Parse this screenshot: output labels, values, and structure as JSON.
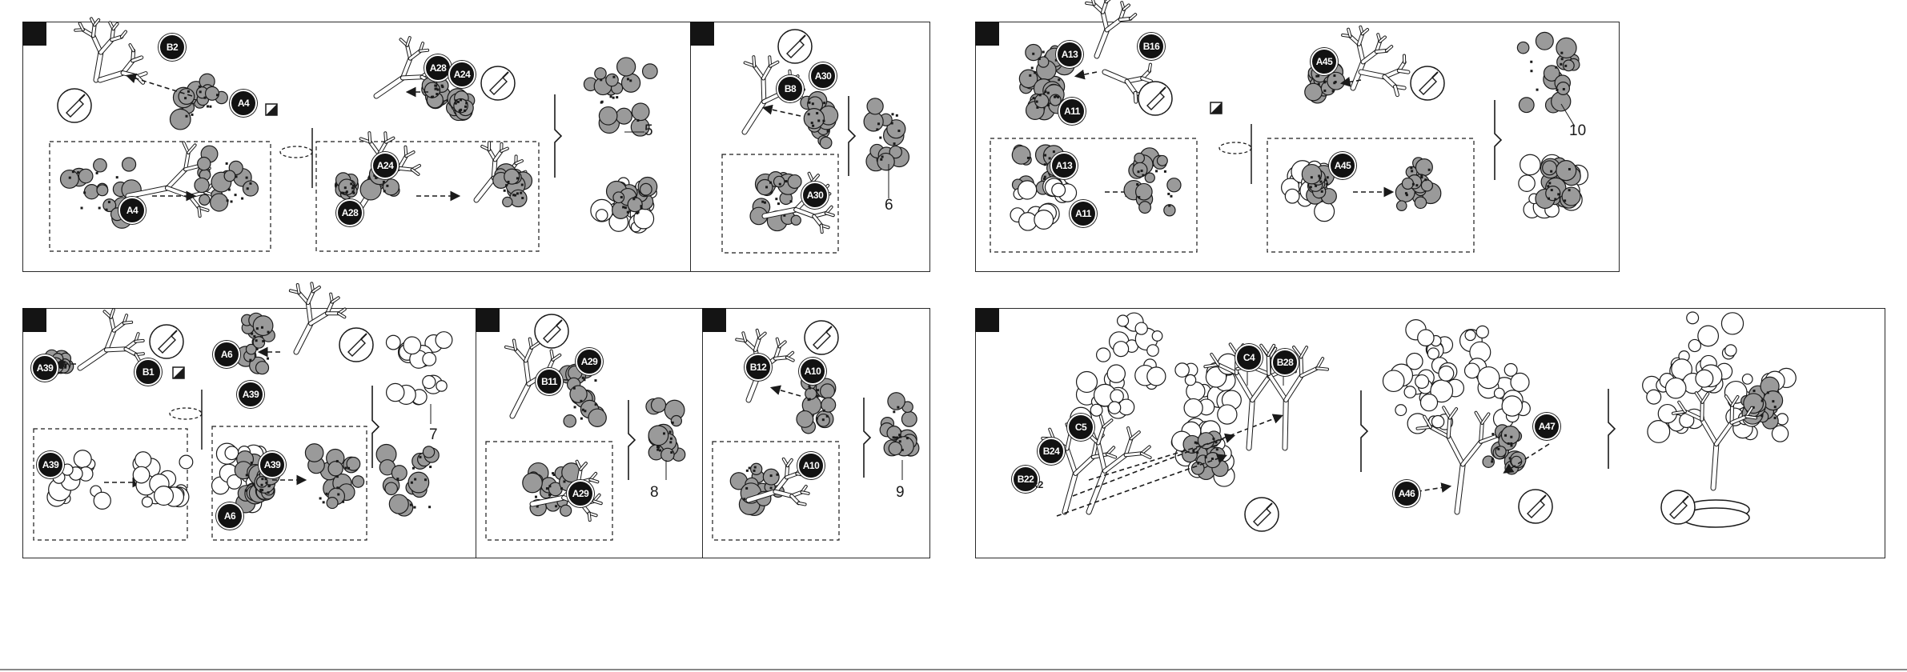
{
  "colors": {
    "ink": "#1a1a1a",
    "callout_fill": "#121212",
    "piece_fill": "#9a9a9a",
    "outline_fill": "#ffffff"
  },
  "icons": [
    "glue-tube-icon",
    "rotate-icon",
    "flip-icon"
  ],
  "step_numbers": {
    "s5": "5",
    "s6": "6",
    "s7": "7",
    "s8": "8",
    "s9": "9",
    "s10": "10"
  },
  "parts": {
    "p1_b2": "B2",
    "p1_a4": "A4",
    "p1_a4b": "A4",
    "p1_a28": "A28",
    "p1_a24": "A24",
    "p1_a24b": "A24",
    "p1_a28b": "A28",
    "p2_b8": "B8",
    "p2_a30": "A30",
    "p2_a30b": "A30",
    "p3_a13": "A13",
    "p3_b16": "B16",
    "p3_a11": "A11",
    "p3_a45": "A45",
    "p3_a13b": "A13",
    "p3_a11b": "A11",
    "p3_a45b": "A45",
    "p4_a39": "A39",
    "p4_b1": "B1",
    "p4_a6": "A6",
    "p4_a39b": "A39",
    "p4_a39c": "A39",
    "p4_a39d": "A39",
    "p4_a6b": "A6",
    "p5_b11": "B11",
    "p5_a29": "A29",
    "p5_a29b": "A29",
    "p6_b12": "B12",
    "p6_a10": "A10",
    "p6_a10b": "A10",
    "p7_c4": "C4",
    "p7_b28": "B28",
    "p7_c5": "C5",
    "p7_b24": "B24",
    "p7_b22": "B22",
    "p7_a47": "A47",
    "p7_a46": "A46"
  },
  "multiplier": "x2"
}
